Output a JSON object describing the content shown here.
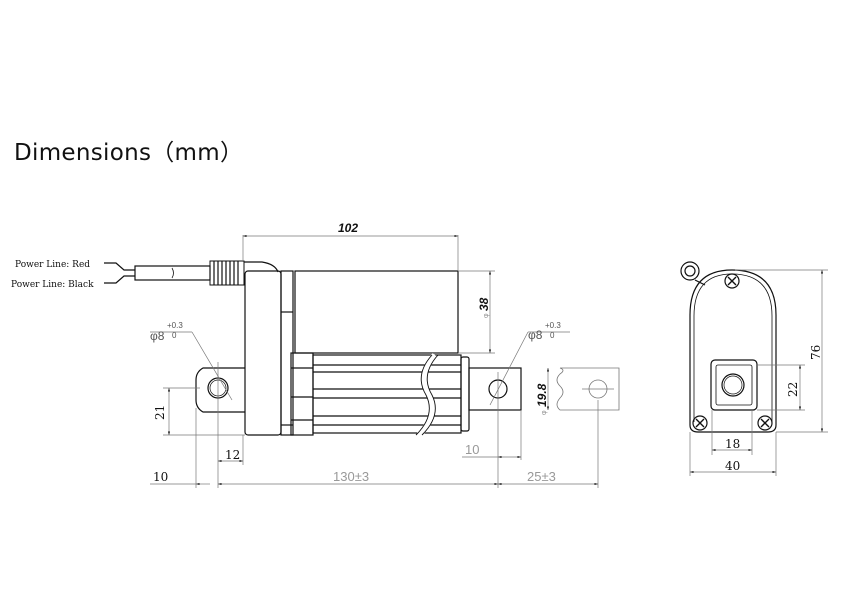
{
  "title": "Dimensions（mm）",
  "wires": {
    "red_label": "Power Line: Red",
    "black_label": "Power Line: Black"
  },
  "dimensions": {
    "motor_length": "102",
    "motor_diameter": "38",
    "motor_diameter_symbol": "φ",
    "rear_hole_dia": "φ8",
    "rear_hole_tol_upper": "+0.3",
    "rear_hole_tol_lower": "0",
    "front_hole_dia": "φ8",
    "front_hole_tol_upper": "+0.3",
    "front_hole_tol_lower": "0",
    "rod_diameter": "19.8",
    "rod_diameter_symbol": "φ",
    "rear_mount_height": "21",
    "rear_mount_offset": "12",
    "rear_end_offset": "10",
    "retracted_length": "130±3",
    "stroke": "25±3",
    "front_end_offset": "10",
    "end_height": "76",
    "end_rod_height": "22",
    "end_rod_width": "18",
    "end_width": "40"
  },
  "colors": {
    "line": "#111111",
    "dim_line": "#777777",
    "dim_text_light": "#888888"
  }
}
